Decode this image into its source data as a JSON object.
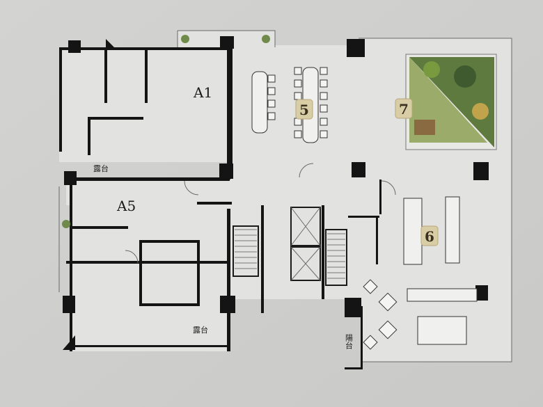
{
  "units": {
    "a1": "A1",
    "a5": "A5"
  },
  "spaces": {
    "terrace_a1": "露台",
    "terrace_a5": "露台",
    "balcony": "陽台"
  },
  "amenity_markers": {
    "m5": "5",
    "m6": "6",
    "m7": "7"
  },
  "colors": {
    "badge": "#d9cda6",
    "garden": "#6f8a4a",
    "wall": "#141414"
  }
}
